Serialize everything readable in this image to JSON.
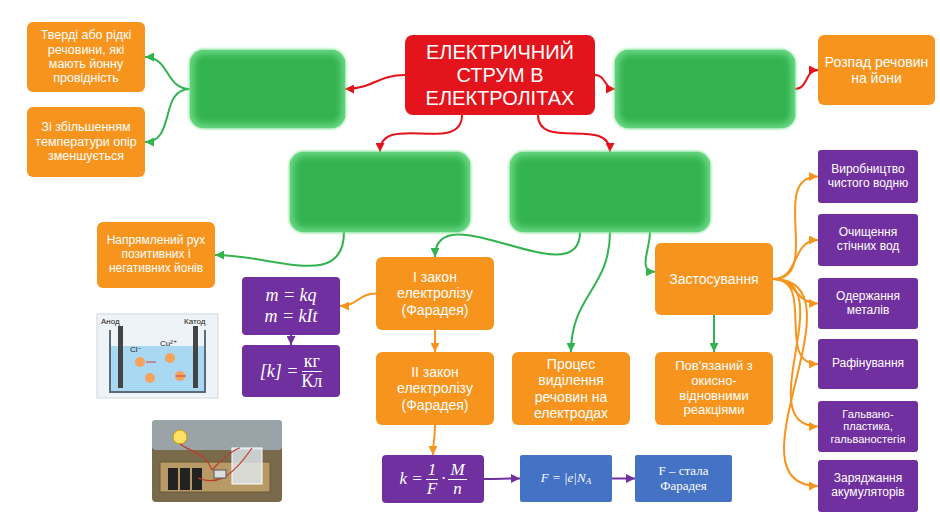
{
  "diagram": {
    "nodes": [
      {
        "text": [
          "ЕЛЕКТРИЧНИЙ СТРУМ В ЕЛЕКТРОЛІТАХ"
        ]
      },
      {
        "text": []
      },
      {
        "text": [
          "Тверді або рідкі речовини, які мають йонну провідність"
        ]
      },
      {
        "text": [
          "Зі збільшенням температури опір зменшується"
        ]
      },
      {
        "text": []
      },
      {
        "text": [
          "Розпад речовин на йони"
        ]
      },
      {
        "text": []
      },
      {
        "text": [
          "Напрямлений рух позитивних і негативних йонів"
        ]
      },
      {
        "text": []
      },
      {
        "text": [
          "І закон електролізу (Фарадея)"
        ]
      },
      {
        "text": [
          "m = kq",
          "m = kIt"
        ]
      },
      {
        "text": [
          "[k] =",
          "кг",
          "Кл"
        ]
      },
      {
        "text": [
          "ІІ закон електролізу (Фарадея)"
        ]
      },
      {
        "text": [
          "k =",
          "1",
          "F",
          "·",
          "M",
          "n"
        ]
      },
      {
        "text": [
          "F = |e|N",
          "A"
        ]
      },
      {
        "text": [
          "F – стала Фарадея"
        ]
      },
      {
        "text": [
          "Процес виділення речовин на електродах"
        ]
      },
      {
        "text": [
          "Застосування"
        ]
      },
      {
        "text": [
          "Пов'язаний з окисно-відновними реакціями"
        ]
      },
      {
        "text": [
          "Виробництво чистого водню"
        ]
      },
      {
        "text": [
          "Очищення стічних вод"
        ]
      },
      {
        "text": [
          "Одержання металів"
        ]
      },
      {
        "text": [
          "Рафінування"
        ]
      },
      {
        "text": [
          "Гальвано-пластика, гальваностегія"
        ]
      },
      {
        "text": [
          "Заряджання акумуляторів"
        ]
      }
    ],
    "edges": [
      {
        "from": 0,
        "to": 1,
        "arrow": "to"
      },
      {
        "from": 1,
        "to": 2,
        "arrow": "to"
      },
      {
        "from": 1,
        "to": 3,
        "arrow": "to"
      },
      {
        "from": 0,
        "to": 4,
        "arrow": "to"
      },
      {
        "from": 4,
        "to": 5,
        "arrow": "to"
      },
      {
        "from": 0,
        "to": 6,
        "arrow": "to"
      },
      {
        "from": 0,
        "to": 8,
        "arrow": "to"
      },
      {
        "from": 6,
        "to": 7,
        "arrow": "to"
      },
      {
        "from": 8,
        "to": 9,
        "arrow": "to"
      },
      {
        "from": 8,
        "to": 16,
        "arrow": "to"
      },
      {
        "from": 8,
        "to": 17,
        "arrow": "to"
      },
      {
        "from": 9,
        "to": 10,
        "arrow": "to"
      },
      {
        "from": 10,
        "to": 11,
        "arrow": "to"
      },
      {
        "from": 9,
        "to": 12,
        "arrow": "to"
      },
      {
        "from": 12,
        "to": 13,
        "arrow": "to"
      },
      {
        "from": 13,
        "to": 14,
        "arrow": "to"
      },
      {
        "from": 14,
        "to": 15,
        "arrow": "to"
      },
      {
        "from": 17,
        "to": 18,
        "arrow": "to"
      },
      {
        "from": 17,
        "to": 19,
        "arrow": "to"
      },
      {
        "from": 17,
        "to": 20,
        "arrow": "to"
      },
      {
        "from": 17,
        "to": 21,
        "arrow": "to"
      },
      {
        "from": 17,
        "to": 22,
        "arrow": "to"
      },
      {
        "from": 17,
        "to": 23,
        "arrow": "to"
      },
      {
        "from": 17,
        "to": 24,
        "arrow": "to"
      }
    ],
    "labels": [
      "Анод",
      "Катод",
      "Cl⁻",
      "Cu²⁺"
    ]
  }
}
